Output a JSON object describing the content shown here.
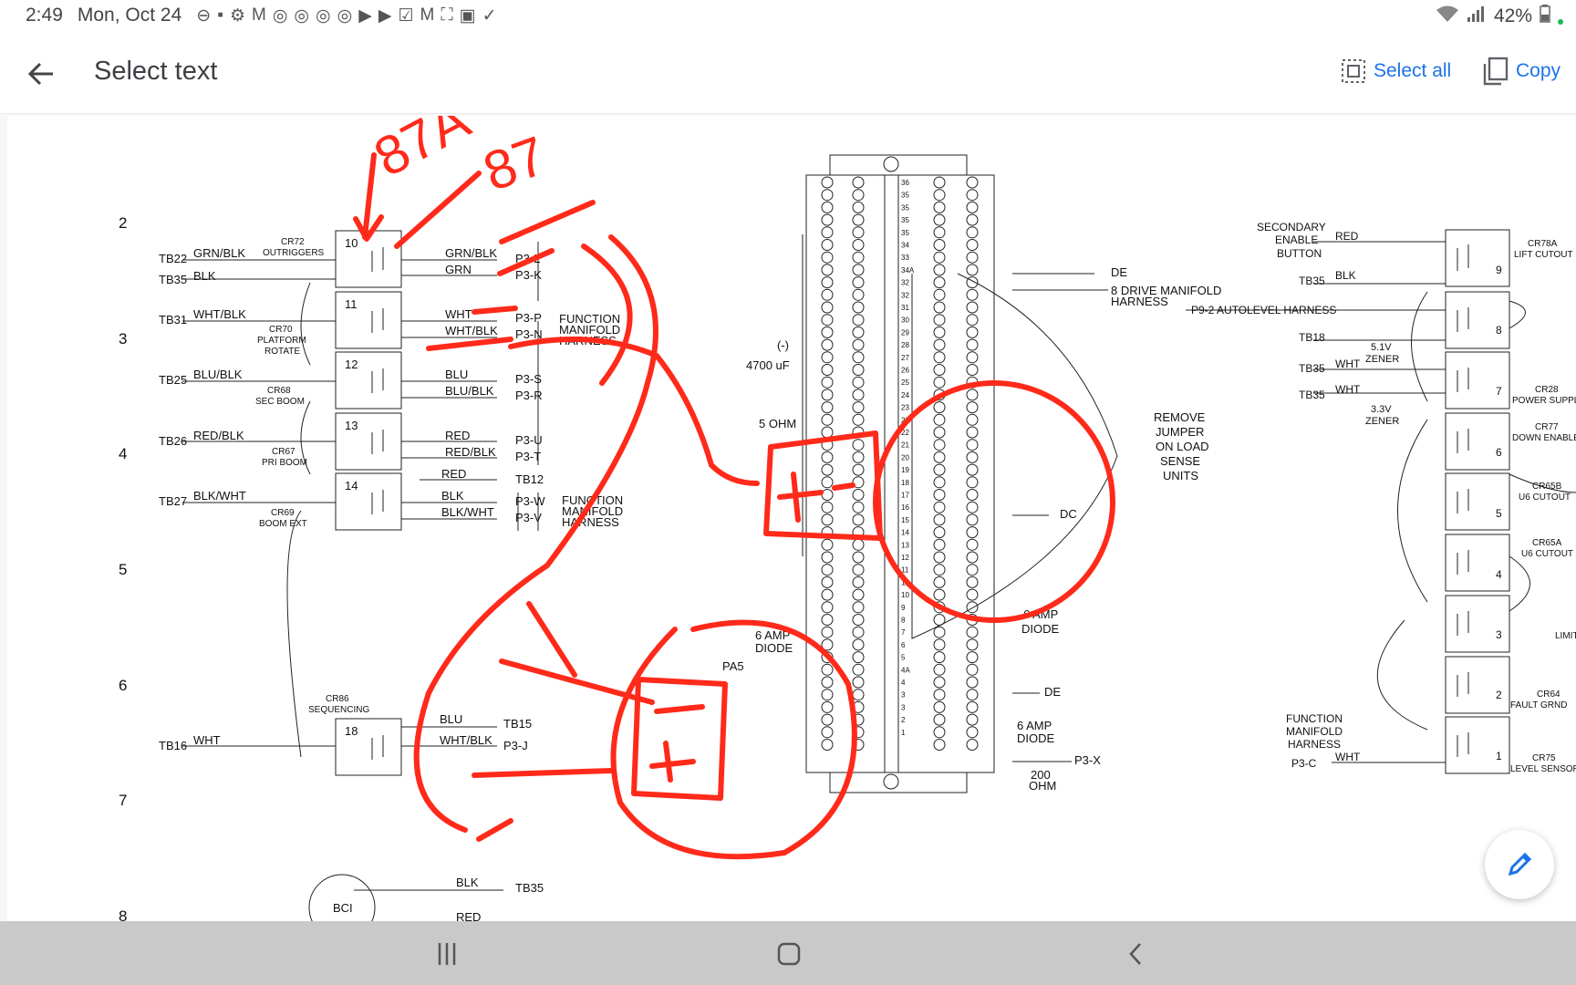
{
  "status_bar": {
    "time": "2:49",
    "date": "Mon, Oct 24",
    "battery": "42%"
  },
  "app_bar": {
    "title": "Select text",
    "select_all_label": "Select all",
    "copy_label": "Copy"
  },
  "schematic": {
    "row_numbers": [
      "2",
      "3",
      "4",
      "5",
      "6",
      "7",
      "8"
    ],
    "left_relays": [
      {
        "tb": "TB22",
        "wire": "GRN/BLK",
        "relay": "CR72",
        "desc": [
          "OUTRIGGERS"
        ],
        "num": "10",
        "out_wire": "GRN/BLK",
        "out_pin": "P3-L"
      },
      {
        "tb": "TB35",
        "wire": "BLK",
        "out_wire": "GRN",
        "out_pin": "P3-K"
      },
      {
        "tb": "TB31",
        "wire": "WHT/BLK",
        "relay": "CR70",
        "desc": [
          "PLATFORM",
          "ROTATE"
        ],
        "num": "11",
        "out_wire": "WHT",
        "out_pin": "P3-P",
        "out_wire2": "WHT/BLK",
        "out_pin2": "P3-N"
      },
      {
        "tb": "TB25",
        "wire": "BLU/BLK",
        "relay": "CR68",
        "desc": [
          "SEC BOOM"
        ],
        "num": "12",
        "out_wire": "BLU",
        "out_pin": "P3-S",
        "out_wire2": "BLU/BLK",
        "out_pin2": "P3-R"
      },
      {
        "tb": "TB26",
        "wire": "RED/BLK",
        "relay": "CR67",
        "desc": [
          "PRI BOOM"
        ],
        "num": "13",
        "out_wire": "RED",
        "out_pin": "P3-U",
        "out_wire2": "RED/BLK",
        "out_pin2": "P3-T"
      },
      {
        "tb": "TB27",
        "wire": "BLK/WHT",
        "relay": "CR69",
        "desc": [
          "BOOM EXT"
        ],
        "num": "14",
        "out_wire": "BLK",
        "out_pin": "P3-W",
        "out_wire2": "BLK/WHT",
        "out_pin2": "P3-V"
      }
    ],
    "red_tb12": "RED",
    "tb12": "TB12",
    "function_manifold": [
      "FUNCTION",
      "MANIFOLD",
      "HARNESS"
    ],
    "cr86": {
      "relay": "CR86",
      "desc": "SEQUENCING",
      "num": "18",
      "tb": "TB16",
      "wire": "WHT",
      "out1": "BLU",
      "pin1": "TB15",
      "out2": "WHT/BLK",
      "pin2": "P3-J"
    },
    "bci": {
      "label": "BCI",
      "wire1": "BLK",
      "pin1": "TB35",
      "wire2": "RED"
    },
    "center": {
      "cap_neg": "(-)",
      "cap": "4700 uF",
      "res": "5 OHM",
      "diode_left": [
        "6 AMP",
        "DIODE"
      ],
      "pa5": "PA5",
      "de_top": "DE",
      "drive_harness": [
        "8 DRIVE MANIFOLD",
        "HARNESS"
      ],
      "dc": "DC",
      "diode_right": [
        "6 AMP",
        "DIODE"
      ],
      "de_bottom": "DE",
      "diode_bottom": [
        "6 AMP",
        "DIODE"
      ],
      "p3x": "P3-X",
      "ohm200": [
        "200",
        "OHM"
      ],
      "remove_jumper": [
        "REMOVE",
        "JUMPER",
        "ON LOAD",
        "SENSE",
        "UNITS"
      ],
      "pin_numbers": [
        "36",
        "35",
        "35",
        "35",
        "35",
        "34",
        "33",
        "34A",
        "32",
        "32",
        "31",
        "30",
        "29",
        "28",
        "27",
        "26",
        "25",
        "24",
        "23",
        "22",
        "22",
        "21",
        "20",
        "19",
        "18",
        "17",
        "16",
        "15",
        "14",
        "13",
        "12",
        "11",
        "11",
        "10",
        "9",
        "8",
        "7",
        "6",
        "5",
        "4A",
        "4",
        "3",
        "3",
        "2",
        "1"
      ]
    },
    "right_relays": [
      {
        "desc": [
          "SECONDARY",
          "ENABLE",
          "BUTTON"
        ],
        "wire": "RED",
        "relay": "CR78A",
        "relay_desc": "LIFT CUTOUT",
        "num": "9"
      },
      {
        "tb": "TB35",
        "wire": "BLK"
      },
      {
        "desc": [
          "P9-2 AUTOLEVEL HARNESS"
        ],
        "num": "8"
      },
      {
        "tb": "TB18"
      },
      {
        "tb": "TB35",
        "wire": "WHT",
        "zener": [
          "5.1V",
          "ZENER"
        ],
        "relay": "CR28",
        "relay_desc": "POWER SUPPLY",
        "num": "7"
      },
      {
        "tb": "TB35",
        "wire": "WHT",
        "zener": [
          "3.3V",
          "ZENER"
        ]
      },
      {
        "relay": "CR77",
        "relay_desc": "DOWN ENABLE",
        "num": "6"
      },
      {
        "relay": "CR65B",
        "relay_desc": "U6 CUTOUT",
        "num": "5"
      },
      {
        "relay": "CR65A",
        "relay_desc": "U6 CUTOUT",
        "num": "4"
      },
      {
        "relay_desc": "LIMIT",
        "num": "3"
      },
      {
        "relay": "CR64",
        "relay_desc": "FAULT GRND",
        "num": "2"
      },
      {
        "desc": [
          "FUNCTION",
          "MANIFOLD",
          "HARNESS"
        ],
        "pin": "P3-C",
        "wire": "WHT",
        "relay": "CR75",
        "relay_desc": "LEVEL SENSOR",
        "num": "1"
      }
    ],
    "annotations": [
      "87A",
      "87"
    ]
  }
}
